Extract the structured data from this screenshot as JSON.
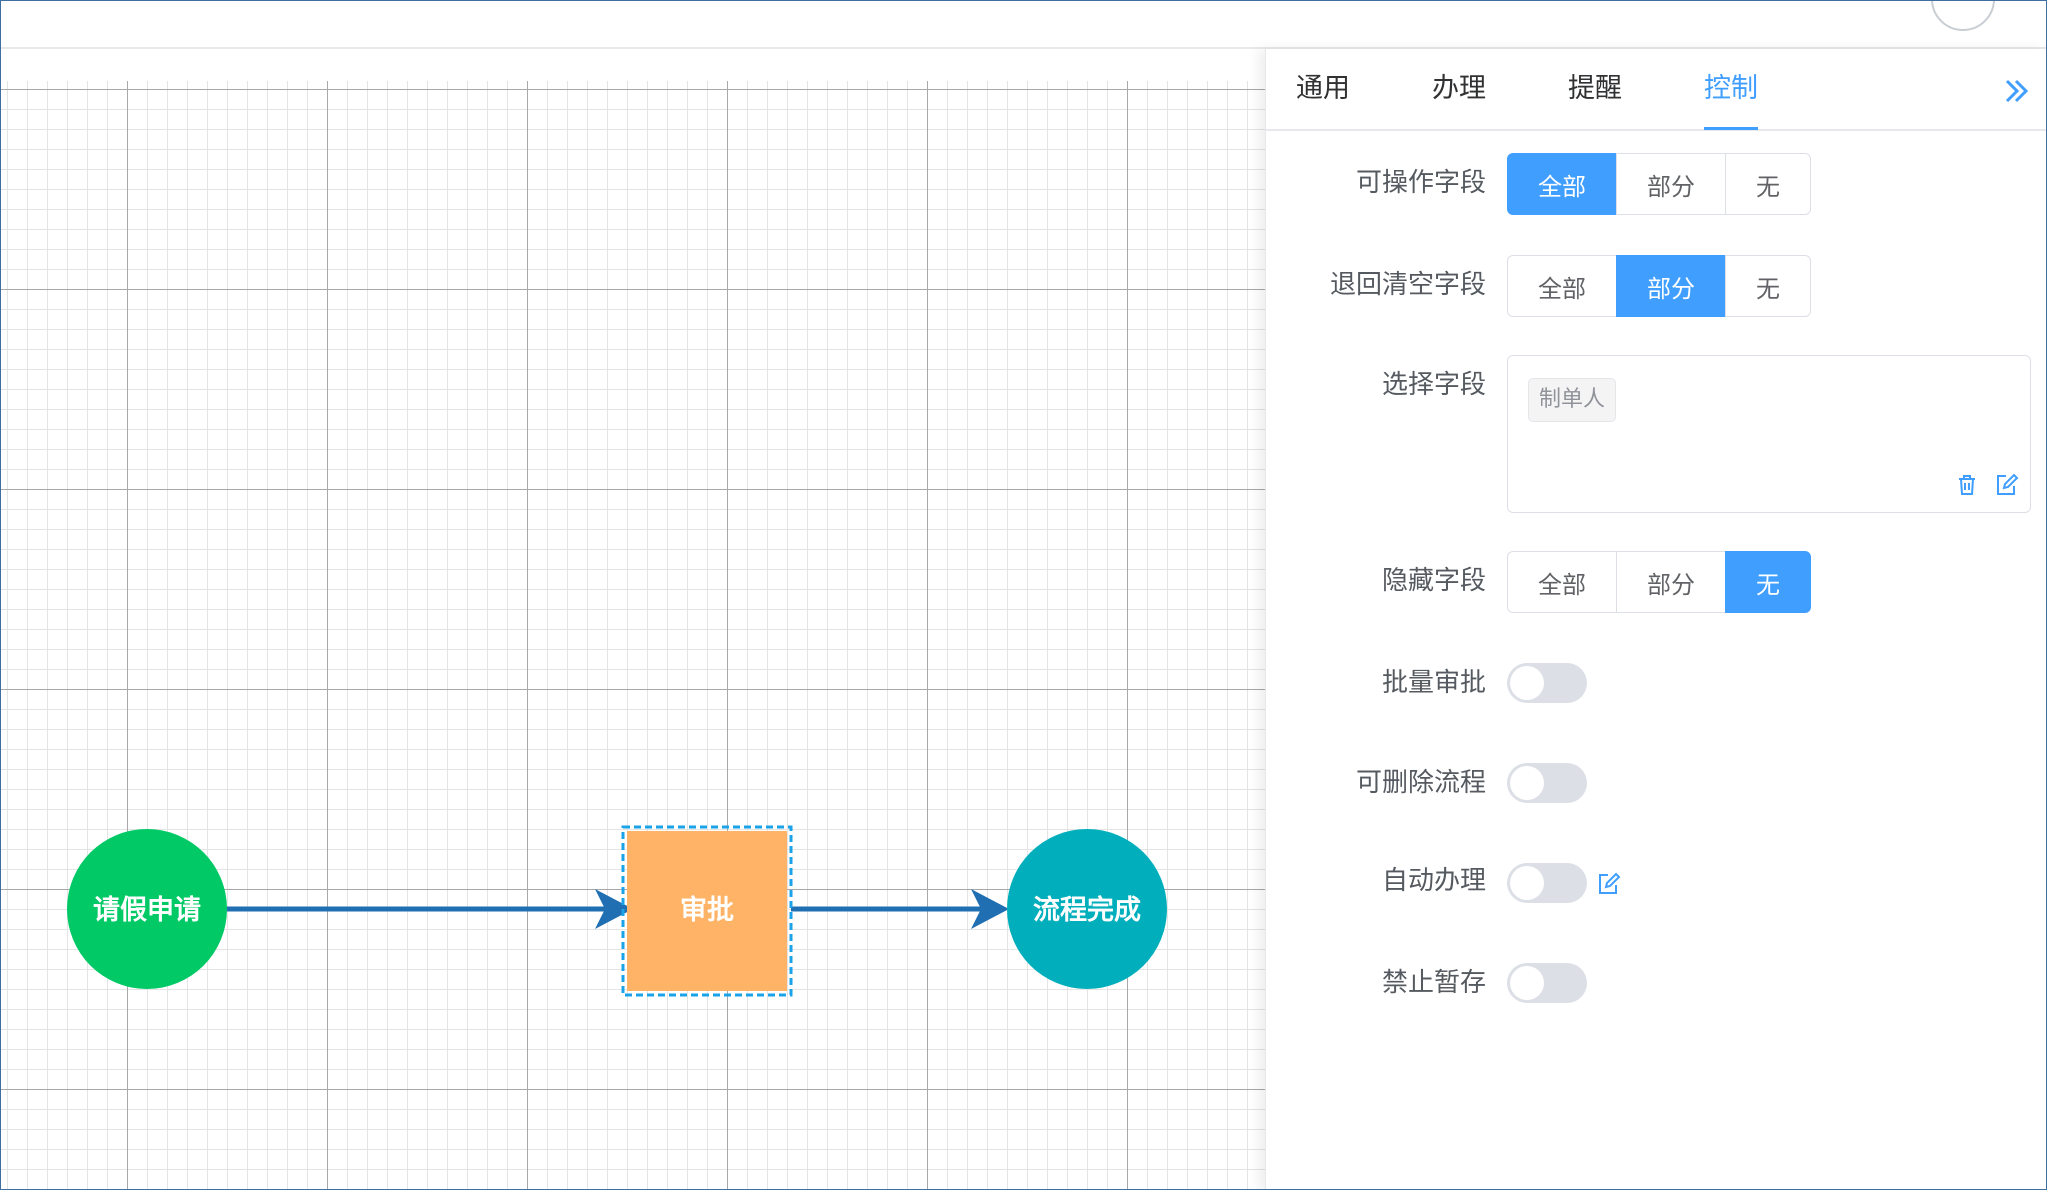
{
  "flow": {
    "nodes": {
      "start": "请假申请",
      "approve": "审批",
      "end": "流程完成"
    },
    "colors": {
      "start": "#00c965",
      "approve": "#ffb366",
      "end": "#00aebc",
      "edge": "#1f6fb2"
    }
  },
  "panel": {
    "tabs": [
      "通用",
      "办理",
      "提醒",
      "控制"
    ],
    "active_tab": "控制",
    "fields": {
      "operable": {
        "label": "可操作字段",
        "options": [
          "全部",
          "部分",
          "无"
        ],
        "selected": "全部"
      },
      "clear_on_return": {
        "label": "退回清空字段",
        "options": [
          "全部",
          "部分",
          "无"
        ],
        "selected": "部分"
      },
      "select_fields": {
        "label": "选择字段",
        "tags": [
          "制单人"
        ]
      },
      "hidden": {
        "label": "隐藏字段",
        "options": [
          "全部",
          "部分",
          "无"
        ],
        "selected": "无"
      },
      "batch_approve": {
        "label": "批量审批",
        "on": false
      },
      "deletable": {
        "label": "可删除流程",
        "on": false
      },
      "auto_handle": {
        "label": "自动办理",
        "on": false
      },
      "no_draft": {
        "label": "禁止暂存",
        "on": false
      }
    },
    "accent_color": "#409eff"
  }
}
